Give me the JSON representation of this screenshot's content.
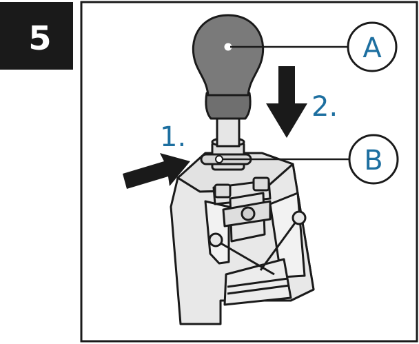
{
  "step_number": "5",
  "callouts": [
    {
      "letter": "A"
    },
    {
      "letter": "B"
    }
  ],
  "action_labels": [
    {
      "text": "1."
    },
    {
      "text": "2."
    }
  ],
  "colors": {
    "accent": "#1d6fa0",
    "line": "#1a1a1a",
    "device_fill": "#e8e8e8",
    "knob_fill": "#7a7a7a"
  }
}
